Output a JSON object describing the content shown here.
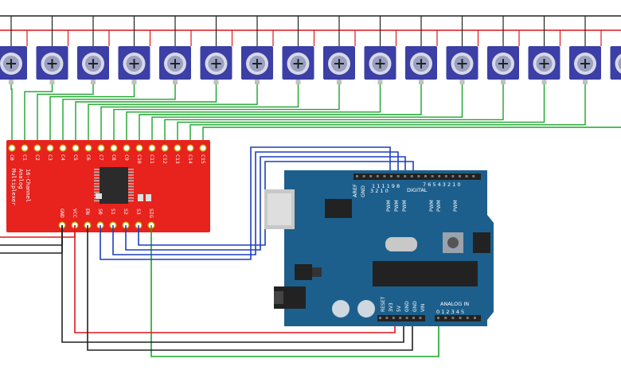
{
  "colors": {
    "wire_black": "#222222",
    "wire_red": "#e3141b",
    "wire_green": "#1aa52a",
    "wire_blue": "#1f3fbf",
    "pot_body": "#3b3fa6",
    "mux_board": "#e8221c",
    "arduino_board": "#1d5f8c"
  },
  "potentiometer_count": 15,
  "mux": {
    "title": "16-Channel",
    "subtitle_1": "Analog",
    "subtitle_2": "Multiplexer",
    "channel_labels": [
      "C0",
      "C1",
      "C2",
      "C3",
      "C4",
      "C5",
      "C6",
      "C7",
      "C8",
      "C9",
      "C10",
      "C11",
      "C12",
      "C13",
      "C14",
      "C15"
    ],
    "control_labels": [
      "GND",
      "VCC",
      "EN",
      "S0",
      "S1",
      "S2",
      "S3",
      "SIG"
    ]
  },
  "arduino": {
    "aref": "AREF",
    "gnd_top": "GND",
    "digital": "DIGITAL",
    "digital_pins_high": "1 1 1 1 9 8",
    "digital_pins_high2": "3 2 1 0",
    "digital_pins_low": "7 6 5 4 3 2 1 0",
    "pwm": "PWM",
    "power_labels": [
      "RESET",
      "3V3",
      "5V",
      "GND",
      "GND",
      "VIN"
    ],
    "analog_in": "ANALOG IN",
    "analog_pins": "0 1 2 3 4 5"
  }
}
